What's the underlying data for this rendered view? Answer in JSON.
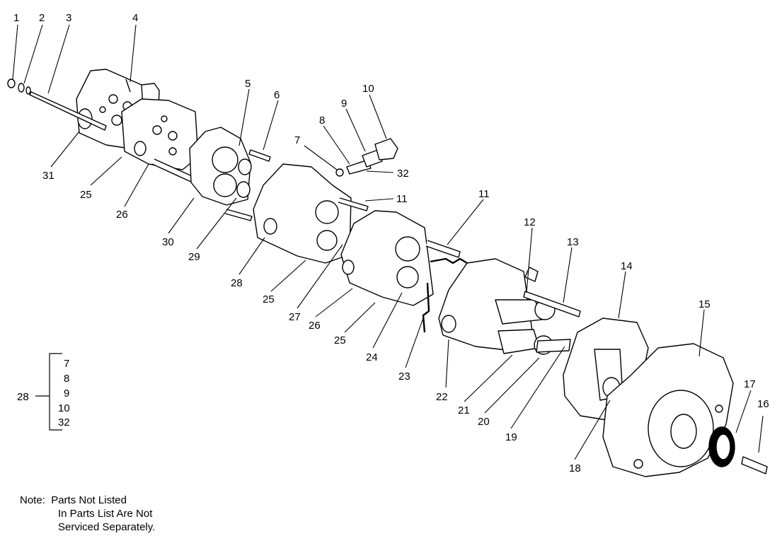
{
  "callouts": [
    "1",
    "2",
    "3",
    "4",
    "5",
    "6",
    "7",
    "8",
    "9",
    "10",
    "11",
    "11",
    "12",
    "13",
    "14",
    "15",
    "16",
    "17",
    "18",
    "19",
    "20",
    "21",
    "22",
    "23",
    "24",
    "25",
    "25",
    "25",
    "26",
    "26",
    "27",
    "28",
    "29",
    "30",
    "31",
    "32"
  ],
  "kit": {
    "number": "28",
    "items": [
      "7",
      "8",
      "9",
      "10",
      "32"
    ]
  },
  "note": {
    "label": "Note:",
    "lines": [
      "Parts Not Listed",
      "In Parts List Are Not",
      "Serviced Separately."
    ]
  }
}
